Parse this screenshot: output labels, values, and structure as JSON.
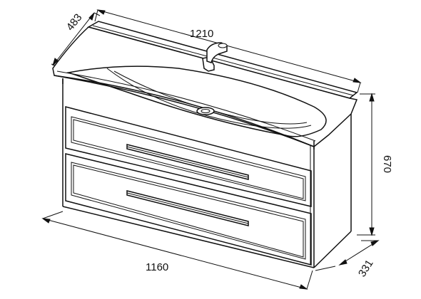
{
  "dimensions": {
    "top_width": "1210",
    "depth_top": "483",
    "height": "670",
    "bottom_width": "1160",
    "depth_bottom": "331"
  },
  "icons": {
    "faucet": "faucet-icon",
    "drain": "drain-icon"
  }
}
